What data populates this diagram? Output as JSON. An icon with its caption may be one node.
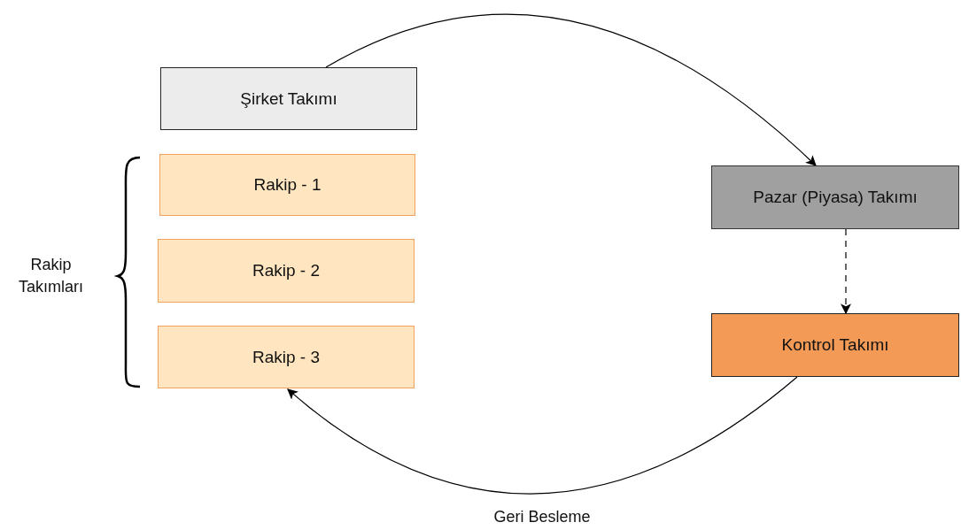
{
  "diagram": {
    "nodes": [
      {
        "text": [
          "Şirket Takımı"
        ]
      },
      {
        "text": [
          "Rakip - 1"
        ]
      },
      {
        "text": [
          "Rakip - 2"
        ]
      },
      {
        "text": [
          "Rakip - 3"
        ]
      },
      {
        "text": [
          "Pazar (Piyasa) Takımı"
        ]
      },
      {
        "text": [
          "Kontrol Takımı"
        ]
      }
    ],
    "edges": [
      {
        "from": 0,
        "to": 4,
        "arrow": "to"
      },
      {
        "from": 4,
        "to": 5,
        "arrow": "to",
        "style": "dashed"
      },
      {
        "from": 5,
        "to": 3,
        "arrow": "to",
        "label": "Geri Besleme"
      }
    ],
    "labels": [
      "Rakip Takımları"
    ]
  }
}
